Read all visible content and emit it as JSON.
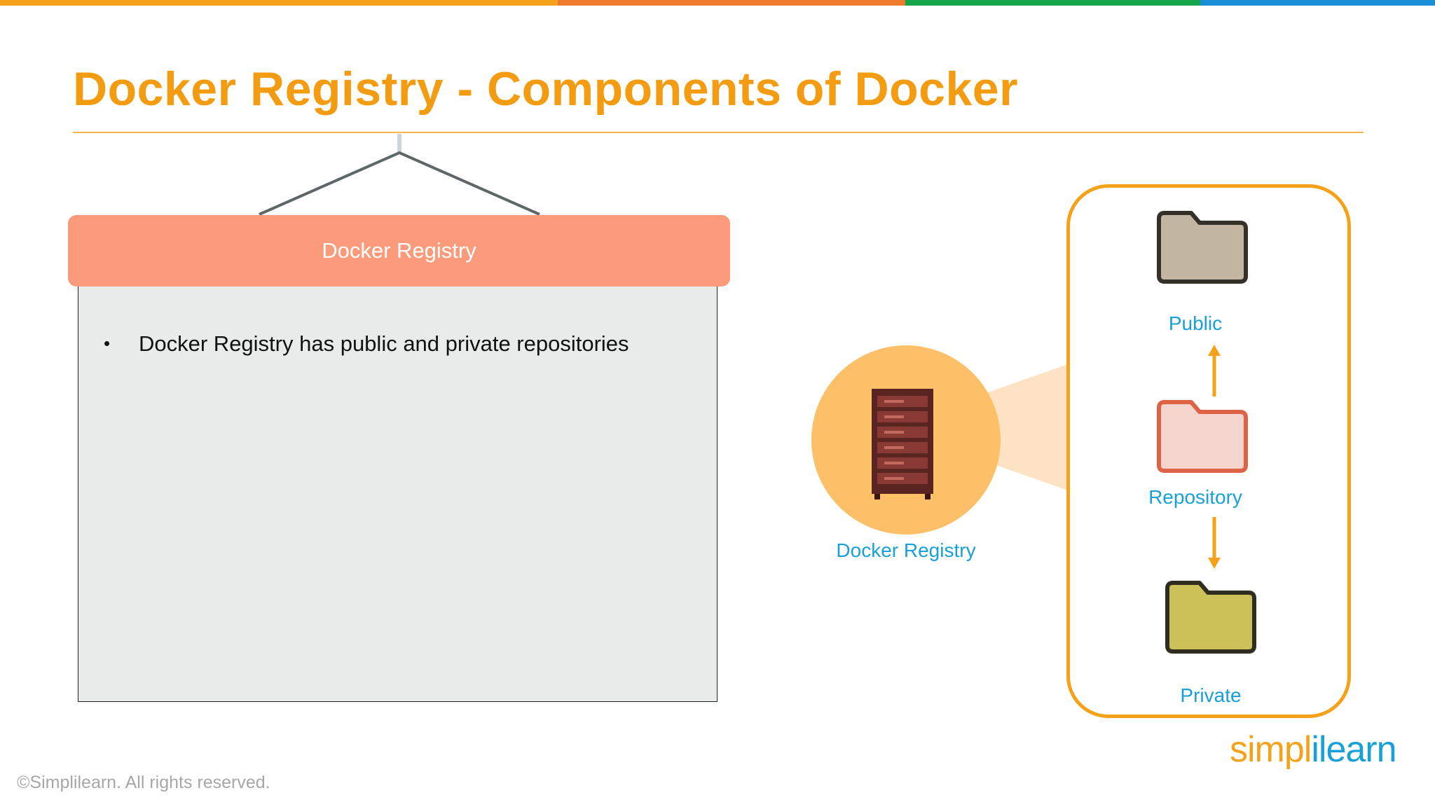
{
  "header": {
    "title": "Docker Registry - Components of Docker",
    "stripe_colors": [
      "#f5a21b",
      "#ee7b2b",
      "#14a54a",
      "#1a8fd6"
    ]
  },
  "board": {
    "heading": "Docker Registry",
    "bullets": [
      "Docker Registry has public and private repositories"
    ]
  },
  "diagram": {
    "server_label": "Docker Registry",
    "server_icon": "server-rack-icon",
    "repositories": {
      "public": "Public",
      "repository": "Repository",
      "private": "Private"
    },
    "folder_icon": "folder-icon",
    "accent_color": "#f5a21b",
    "label_color": "#1aa0d8"
  },
  "footer": {
    "copyright": "©Simplilearn. All rights reserved.",
    "logo_part1": "simpl",
    "logo_part2": "ilearn"
  }
}
